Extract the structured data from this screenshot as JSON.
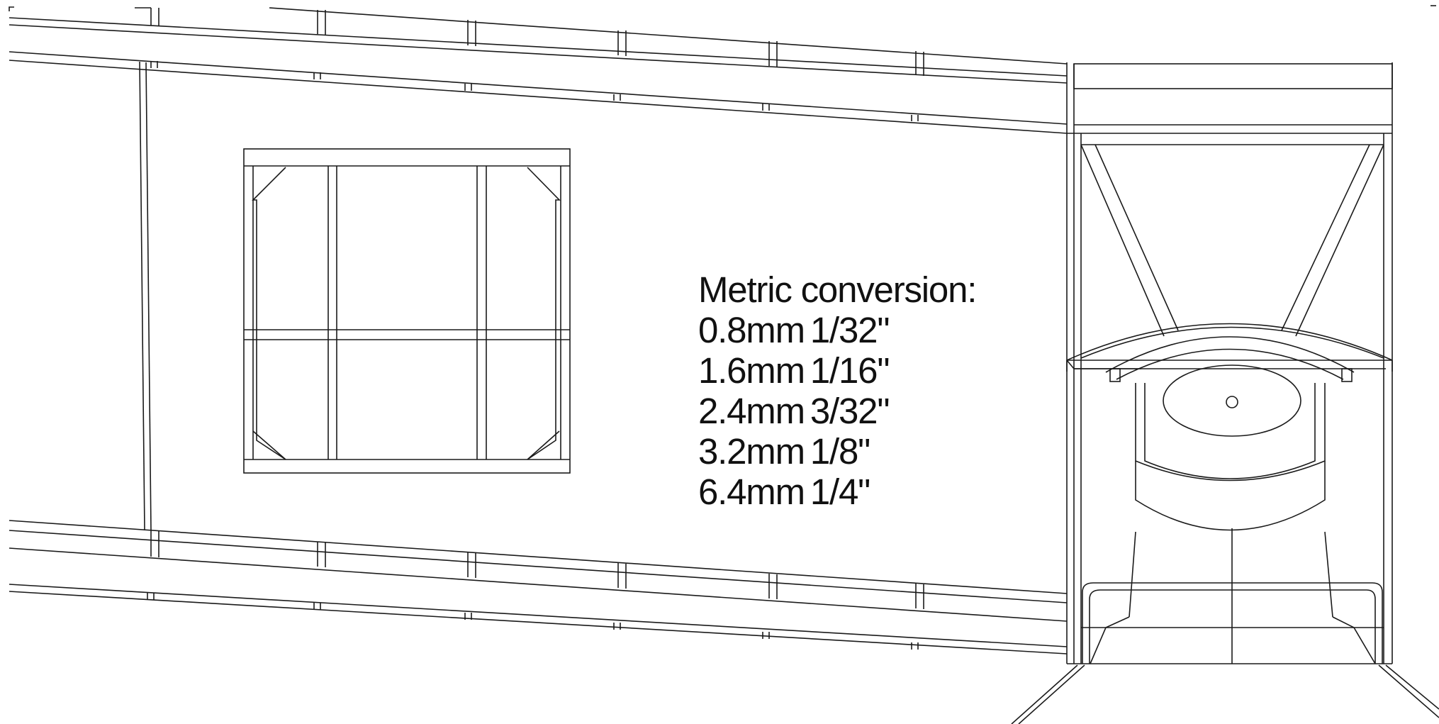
{
  "annotation": {
    "heading": "Metric conversion:",
    "rows": [
      {
        "metric": "0.8mm",
        "imperial": "1/32\""
      },
      {
        "metric": "1.6mm",
        "imperial": "1/16\""
      },
      {
        "metric": "2.4mm",
        "imperial": "3/32\""
      },
      {
        "metric": "3.2mm",
        "imperial": "1/8\""
      },
      {
        "metric": "6.4mm",
        "imperial": "1/4\""
      }
    ]
  },
  "colors": {
    "line": "#1a1a1a",
    "text": "#111111",
    "background": "#ffffff"
  }
}
